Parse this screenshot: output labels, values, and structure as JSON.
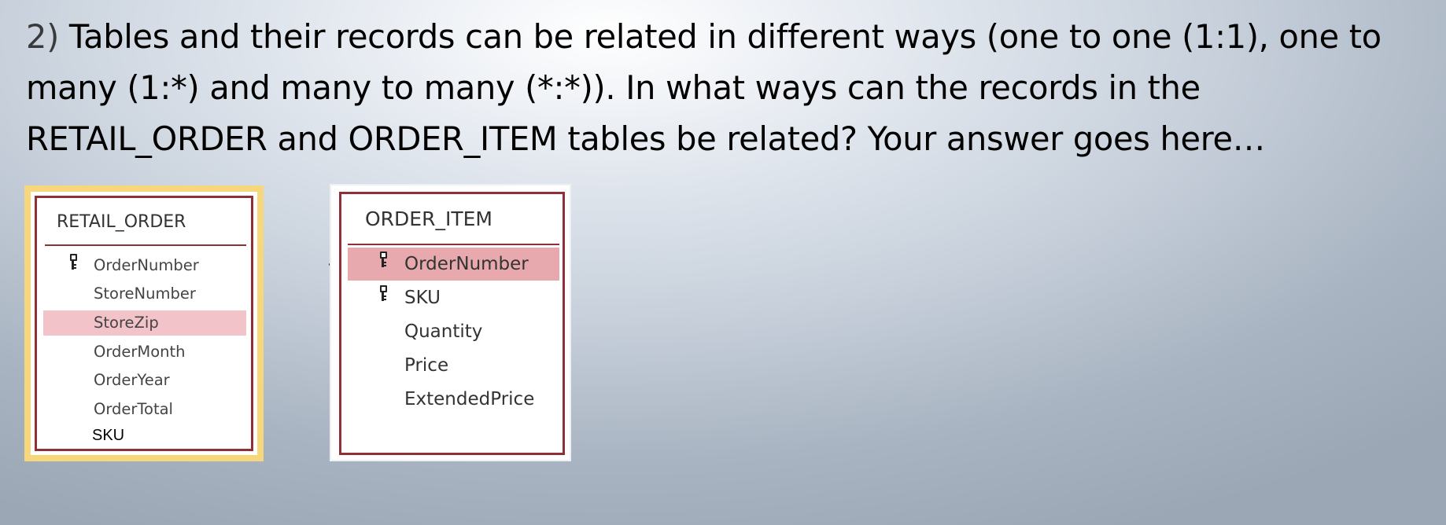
{
  "question": {
    "number": "2)",
    "text": "Tables and their records can be related in different ways (one to one (1:1), one to many (1:*) and many to many (*:*)). In what ways can the records in the RETAIL_ORDER and ORDER_ITEM tables be related? Your answer goes here…"
  },
  "tables": {
    "retail_order": {
      "title": "RETAIL_ORDER",
      "fields": [
        {
          "name": "OrderNumber",
          "key": true,
          "highlight": "none"
        },
        {
          "name": "StoreNumber",
          "key": false,
          "highlight": "none"
        },
        {
          "name": "StoreZip",
          "key": false,
          "highlight": "light"
        },
        {
          "name": "OrderMonth",
          "key": false,
          "highlight": "none"
        },
        {
          "name": "OrderYear",
          "key": false,
          "highlight": "none"
        },
        {
          "name": "OrderTotal",
          "key": false,
          "highlight": "none"
        },
        {
          "name": "SKU",
          "key": false,
          "highlight": "none"
        }
      ]
    },
    "order_item": {
      "title": "ORDER_ITEM",
      "fields": [
        {
          "name": "OrderNumber",
          "key": true,
          "highlight": "strong"
        },
        {
          "name": "SKU",
          "key": true,
          "highlight": "none"
        },
        {
          "name": "Quantity",
          "key": false,
          "highlight": "none"
        },
        {
          "name": "Price",
          "key": false,
          "highlight": "none"
        },
        {
          "name": "ExtendedPrice",
          "key": false,
          "highlight": "none"
        }
      ]
    }
  },
  "colors": {
    "frame": "#8f2f36",
    "selected_card": "#f7d77b",
    "highlight_light": "#f2c3c8",
    "highlight_strong": "#e8a9ae"
  },
  "icons": {
    "primary_key": "key-icon"
  }
}
